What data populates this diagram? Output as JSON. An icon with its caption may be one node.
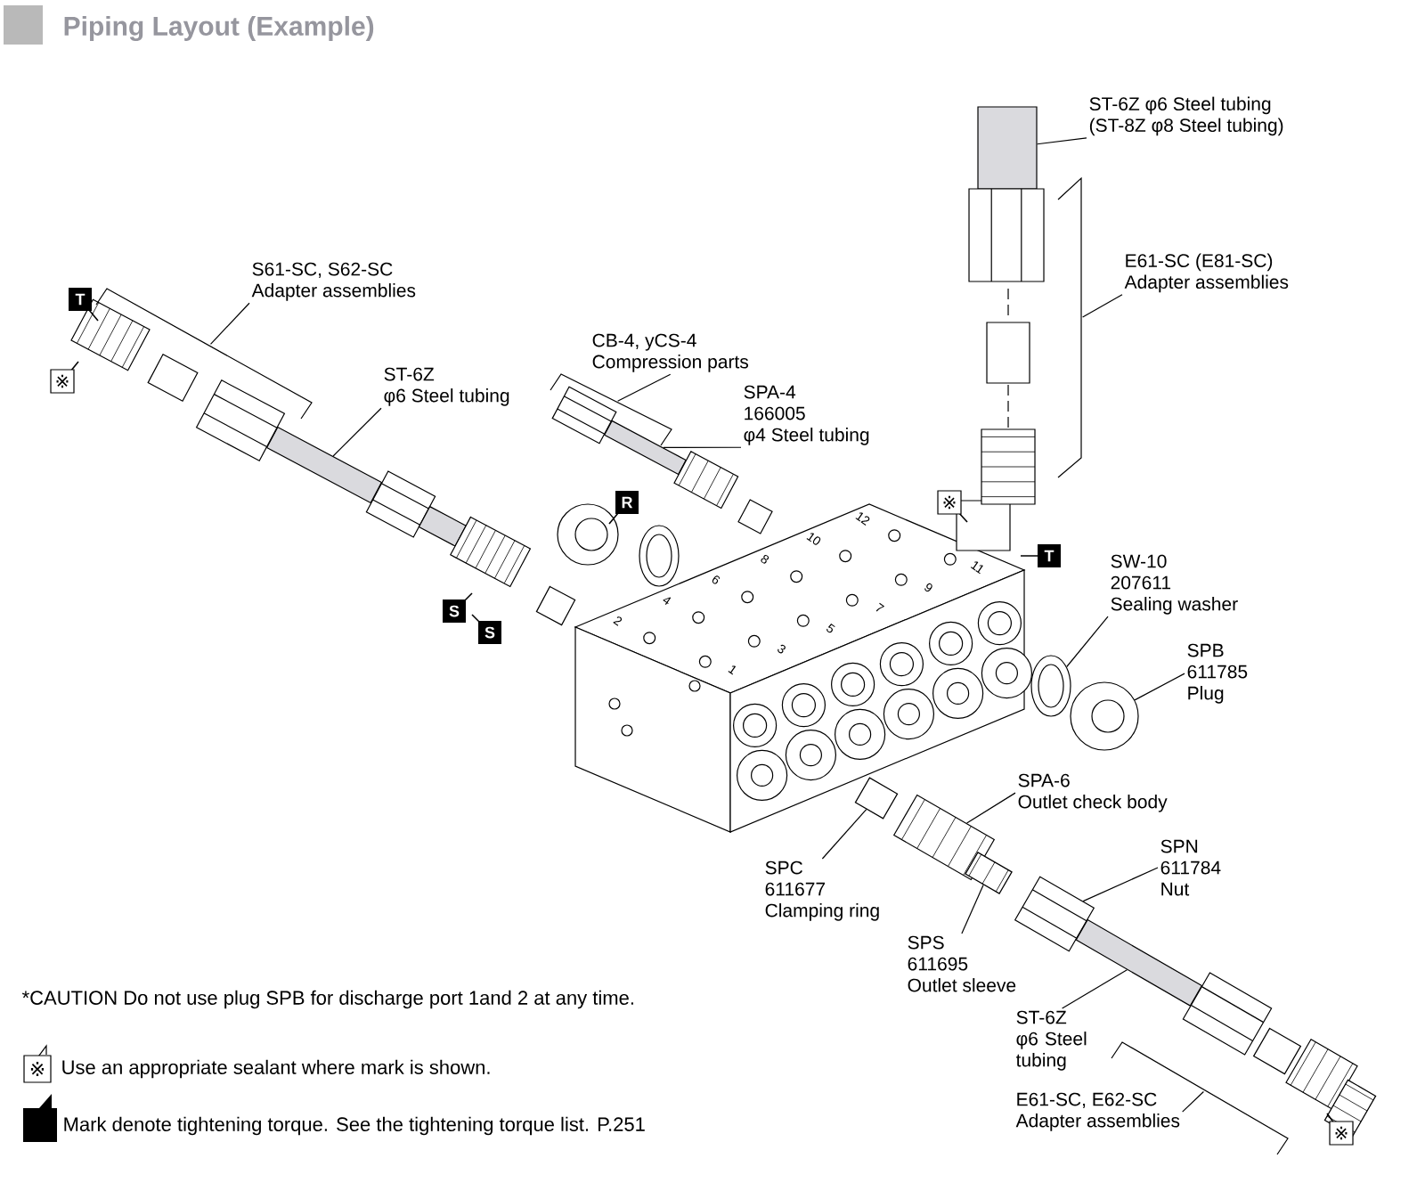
{
  "diagram": {
    "title": "Piping Layout (Example)",
    "nodes": [
      {
        "text": [
          "S61-SC, S62-SC",
          "Adapter assemblies"
        ]
      },
      {
        "text": [
          "ST-6Z",
          "φ6 Steel tubing"
        ]
      },
      {
        "text": [
          "CB-4, yCS-4",
          "Compression parts"
        ]
      },
      {
        "text": [
          "SPA-4",
          "166005",
          "φ4 Steel tubing"
        ]
      },
      {
        "text": [
          "ST-6Z φ6 Steel tubing",
          "(ST-8Z φ8 Steel tubing)"
        ]
      },
      {
        "text": [
          "E61-SC (E81-SC)",
          "Adapter assemblies"
        ]
      },
      {
        "text": [
          "SW-10",
          "207611",
          "Sealing washer"
        ]
      },
      {
        "text": [
          "SPB",
          "611785",
          "Plug"
        ]
      },
      {
        "text": [
          "SPA-6",
          "Outlet check body"
        ]
      },
      {
        "text": [
          "SPN",
          "611784",
          "Nut"
        ]
      },
      {
        "text": [
          "SPC",
          "611677",
          "Clamping ring"
        ]
      },
      {
        "text": [
          "SPS",
          "611695",
          "Outlet sleeve"
        ]
      },
      {
        "text": [
          "ST-6Z",
          "φ6 Steel tubing"
        ]
      },
      {
        "text": [
          "E61-SC, E62-SC",
          "Adapter assemblies"
        ]
      },
      {
        "text": [],
        "shape": "bracket"
      },
      {
        "text": [],
        "shape": "picture"
      },
      {
        "text": [],
        "shape": "bracket"
      },
      {
        "text": [],
        "shape": "picture"
      },
      {
        "text": [],
        "shape": "picture"
      },
      {
        "text": [],
        "shape": "bracket"
      },
      {
        "text": [],
        "shape": "picture"
      },
      {
        "text": [],
        "shape": "picture"
      },
      {
        "text": [],
        "shape": "picture"
      },
      {
        "text": [],
        "shape": "picture"
      },
      {
        "text": [],
        "shape": "picture"
      },
      {
        "text": [],
        "shape": "picture"
      },
      {
        "text": [],
        "shape": "picture"
      },
      {
        "text": [],
        "shape": "bracket"
      }
    ],
    "edges": [
      {
        "from": 0,
        "to": 14,
        "arrow": "none"
      },
      {
        "from": 1,
        "to": 15,
        "arrow": "none"
      },
      {
        "from": 2,
        "to": 16,
        "arrow": "none"
      },
      {
        "from": 3,
        "to": 17,
        "arrow": "none"
      },
      {
        "from": 4,
        "to": 18,
        "arrow": "none"
      },
      {
        "from": 5,
        "to": 19,
        "arrow": "none"
      },
      {
        "from": 6,
        "to": 20,
        "arrow": "none"
      },
      {
        "from": 7,
        "to": 21,
        "arrow": "none"
      },
      {
        "from": 8,
        "to": 22,
        "arrow": "none"
      },
      {
        "from": 9,
        "to": 23,
        "arrow": "none"
      },
      {
        "from": 10,
        "to": 24,
        "arrow": "none"
      },
      {
        "from": 11,
        "to": 25,
        "arrow": "none"
      },
      {
        "from": 12,
        "to": 26,
        "arrow": "none"
      },
      {
        "from": 13,
        "to": 27,
        "arrow": "none"
      }
    ],
    "labels": [
      "T",
      "※",
      "R",
      "※",
      "T",
      "S",
      "S",
      "12",
      "10",
      "8",
      "6",
      "4",
      "2",
      "11",
      "9",
      "7",
      "5",
      "3",
      "1",
      "※",
      "*CAUTION Do not use plug SPB for discharge port 1and 2 at any time.",
      "※",
      "Use an appropriate sealant where mark is shown.",
      "Mark denote tightening torque. See the tightening torque list. P.251"
    ]
  }
}
